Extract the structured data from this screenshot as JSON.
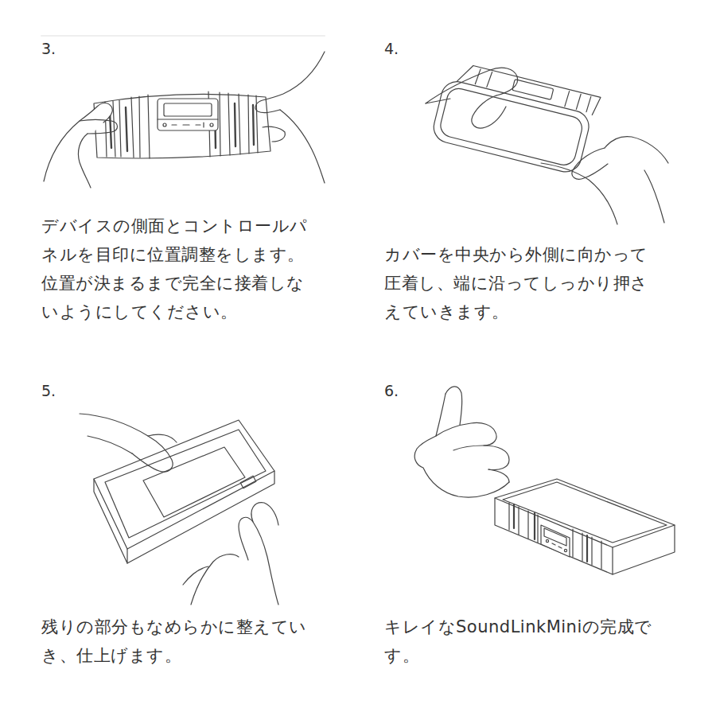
{
  "diagram": {
    "labels": [
      "3.",
      "デバイスの側面とコントロールパネルを目印に位置調整をします。位置が決まるまで完全に接着しないようにしてください。",
      "4.",
      "カバーを中央から外側に向かって圧着し、端に沿ってしっかり押さえていきます。",
      "5.",
      "残りの部分もなめらかに整えていき、仕上げます。",
      "6.",
      "キレイなSoundLinkMiniの完成です。"
    ]
  }
}
